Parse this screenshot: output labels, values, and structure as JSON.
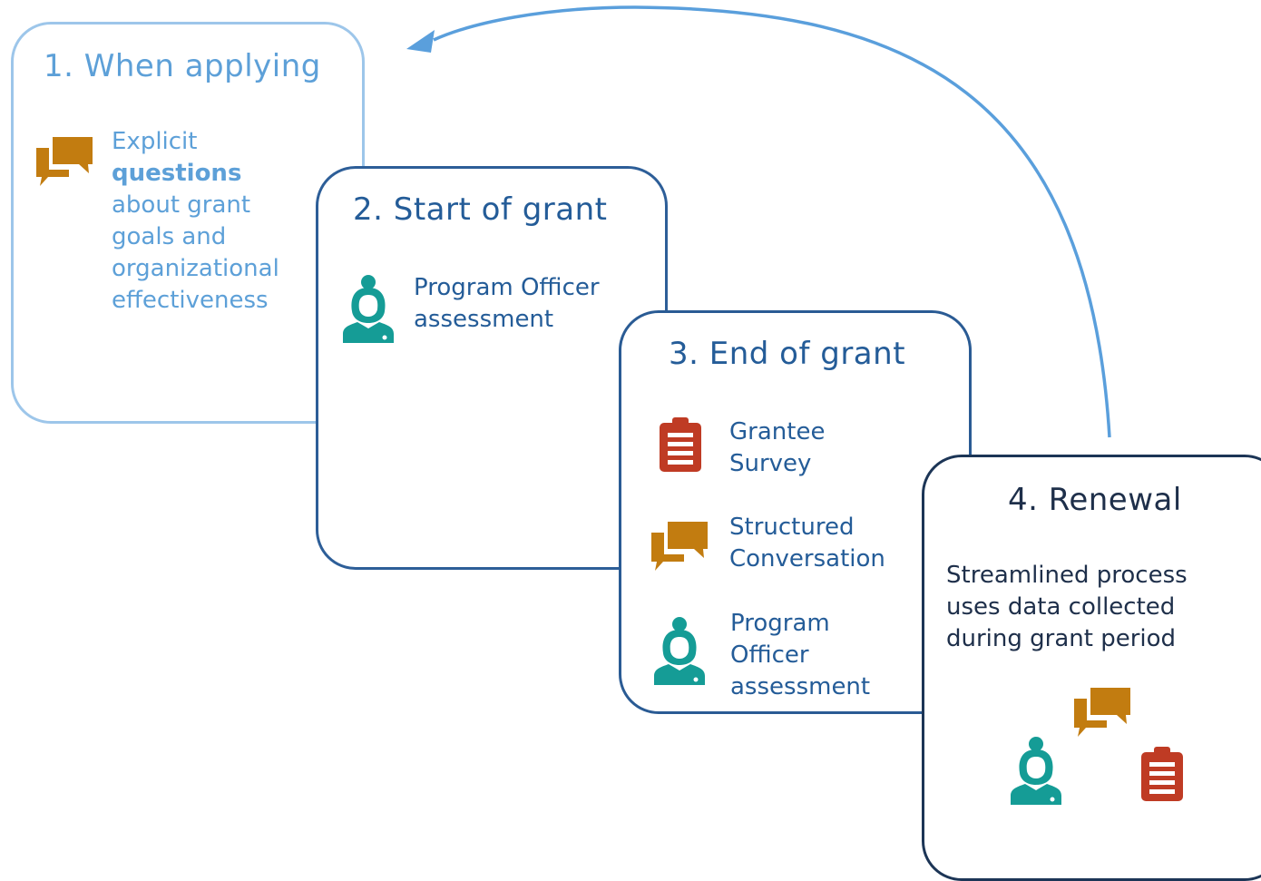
{
  "colors": {
    "arrow": "#5a9fdc",
    "card1_border": "#9dc6ea",
    "card2_border": "#2d5e98",
    "card3_border": "#2a5b94",
    "card4_border": "#1c3556",
    "speech_icon": "#c27c10",
    "person_icon": "#159c96",
    "clipboard_icon": "#bf3b24"
  },
  "arrow": {
    "icon": "curved-arrow-return"
  },
  "stages": [
    {
      "title": "1. When applying",
      "items": [
        {
          "icon": "speech-bubbles-icon",
          "text_before": "Explicit",
          "text_bold": "questions",
          "text_after": "about grant goals and organizational effectiveness"
        }
      ]
    },
    {
      "title": "2. Start of grant",
      "items": [
        {
          "icon": "program-officer-icon",
          "text": "Program Officer assessment"
        }
      ]
    },
    {
      "title": "3. End of grant",
      "items": [
        {
          "icon": "clipboard-survey-icon",
          "text": "Grantee Survey"
        },
        {
          "icon": "speech-bubbles-icon",
          "text": "Structured Conversation"
        },
        {
          "icon": "program-officer-icon",
          "text": "Program Officer assessment"
        }
      ]
    },
    {
      "title": "4. Renewal",
      "description": "Streamlined process uses data collected during grant period",
      "icons": [
        "speech-bubbles-icon",
        "program-officer-icon",
        "clipboard-survey-icon"
      ]
    }
  ]
}
